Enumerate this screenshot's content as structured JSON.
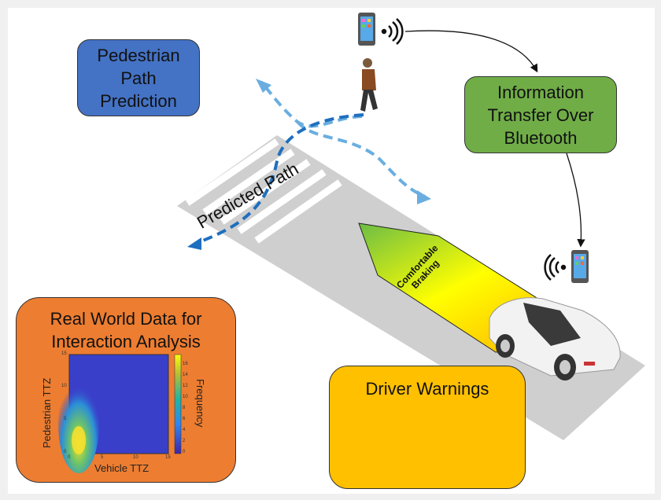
{
  "boxes": {
    "pedestrian_path_prediction": [
      "Pedestrian",
      "Path",
      "Prediction"
    ],
    "information_transfer": [
      "Information",
      "Transfer Over",
      "Bluetooth"
    ],
    "real_world_data": [
      "Real World Data for",
      "Interaction Analysis"
    ],
    "driver_warnings": "Driver Warnings"
  },
  "road": {
    "predicted_path_label": "Predicted Path",
    "braking_label": [
      "Comfortable",
      "Braking"
    ]
  },
  "icons": [
    "smartphone-icon",
    "wireless-signal-icon",
    "pedestrian-icon",
    "car-icon",
    "warning-exclamation-icon",
    "walking-person-icon"
  ],
  "colors": {
    "blue": "#4472c4",
    "green": "#70ad47",
    "orange": "#ed7d31",
    "yellow": "#ffc000",
    "path_dark": "#1f6fbf",
    "path_light": "#6aaee0"
  },
  "chart_data": {
    "type": "heatmap",
    "xlabel": "Vehicle TTZ",
    "ylabel": "Pedestrian TTZ",
    "colorbar_label": "Frequency",
    "xlim": [
      0,
      15
    ],
    "ylim": [
      0,
      15
    ],
    "xticks": [
      "0",
      "5",
      "10",
      "15"
    ],
    "yticks": [
      "0",
      "5",
      "10",
      "15"
    ],
    "colorbar_ticks": [
      "0",
      "2",
      "4",
      "6",
      "8",
      "10",
      "12",
      "14",
      "16"
    ],
    "peak": {
      "x": 1.8,
      "y": 1.5,
      "value": 17
    }
  }
}
